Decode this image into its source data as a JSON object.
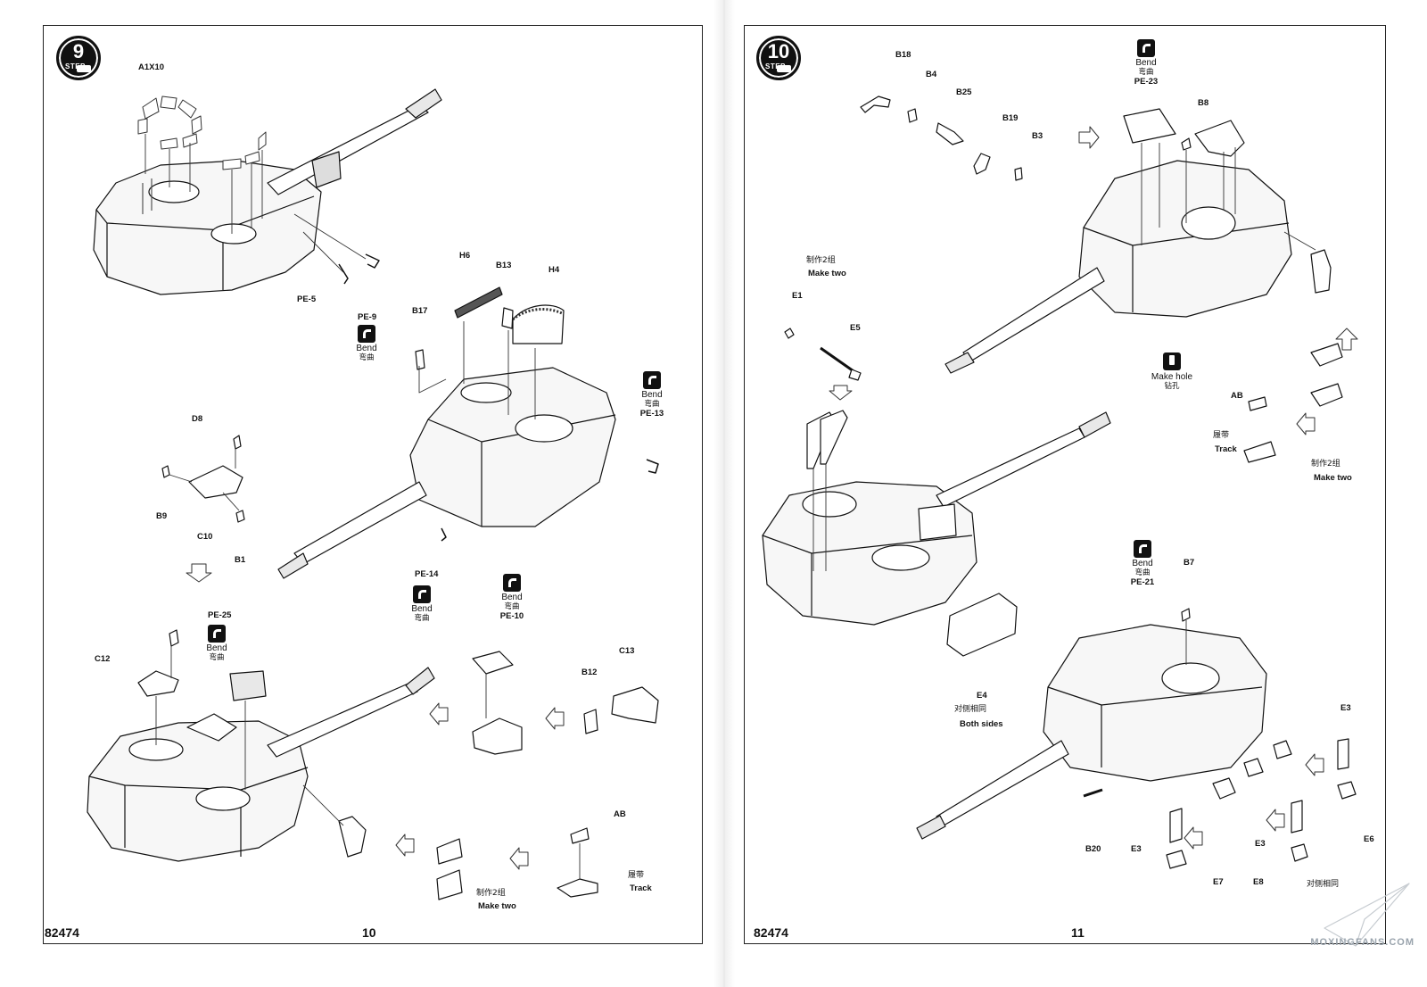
{
  "left_page": {
    "step": "9",
    "step_label": "STEP",
    "labels": {
      "a1x10": "A1X10",
      "pe5": "PE-5",
      "pe9": "PE-9",
      "h6": "H6",
      "b13": "B13",
      "h4": "H4",
      "b17": "B17",
      "pe13": "PE-13",
      "d8": "D8",
      "b9": "B9",
      "c10": "C10",
      "b1": "B1",
      "pe14": "PE-14",
      "pe25": "PE-25",
      "c12": "C12",
      "pe10": "PE-10",
      "b12": "B12",
      "c13": "C13",
      "ab": "AB"
    },
    "bend_en": "Bend",
    "bend_cn": "弯曲",
    "track_cn": "履带",
    "track_en": "Track",
    "make_two_cn": "制作2组",
    "make_two_en": "Make two",
    "product_code": "82474",
    "page_number": "10"
  },
  "right_page": {
    "step": "10",
    "step_label": "STEP",
    "labels": {
      "b18": "B18",
      "b4": "B4",
      "b25": "B25",
      "b19": "B19",
      "b3": "B3",
      "pe23": "PE-23",
      "b8": "B8",
      "e1": "E1",
      "e5": "E5",
      "ab": "AB",
      "e4": "E4",
      "pe21": "PE-21",
      "b7": "B7",
      "e3": "E3",
      "e6": "E6",
      "b20": "B20",
      "e7": "E7",
      "e8": "E8"
    },
    "bend_en": "Bend",
    "bend_cn": "弯曲",
    "make_hole_en": "Make hole",
    "make_hole_cn": "钻孔",
    "make_two_cn": "制作2组",
    "make_two_en": "Make two",
    "track_cn": "履带",
    "track_en": "Track",
    "both_sides_cn": "对侧相同",
    "both_sides_en": "Both sides",
    "product_code": "82474",
    "page_number": "11"
  },
  "watermark": "MOXINGFANS.COM"
}
